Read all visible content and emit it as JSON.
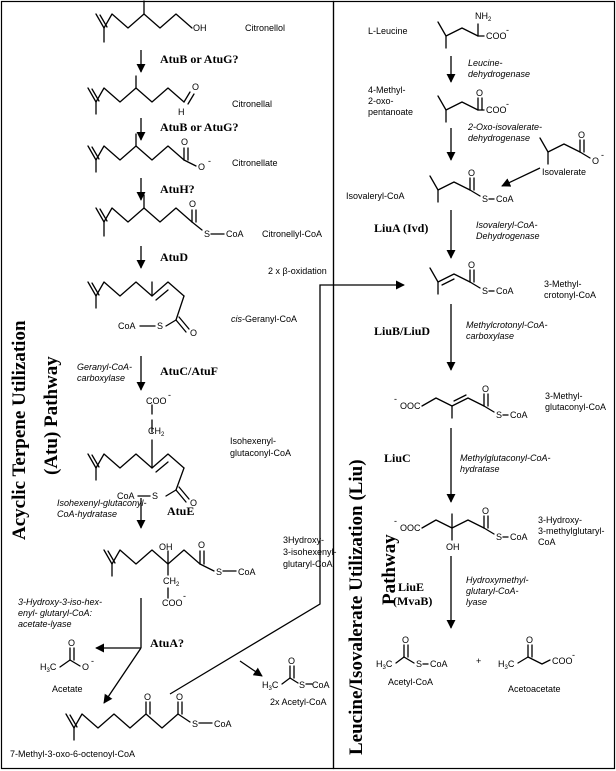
{
  "left_panel": {
    "pathway_title_line1": "Acyclic Terpene Utilization",
    "pathway_title_line2": "(Atu) Pathway",
    "compounds": {
      "citronellol": "Citronellol",
      "citronellal": "Citronellal",
      "citronellate": "Citronellate",
      "citronellyl_coa": "Citronellyl-CoA",
      "cis_prefix": "cis",
      "geranyl_coa_rest": "-Geranyl-CoA",
      "isohexenyl_line1": "Isohexenyl-",
      "isohexenyl_line2": "glutaconyl-CoA",
      "hydroxy_line1": "3Hydroxy-",
      "hydroxy_line2": "3-isohexenyl-",
      "hydroxy_line3": "glutaryl-CoA",
      "acetate": "Acetate",
      "acetyl_coa_2x": "2x Acetyl-CoA",
      "methyl_oxo_octenoyl": "7-Methyl-3-oxo-6-octenoyl-CoA"
    },
    "enzymes": {
      "step1": "AtuB or AtuG?",
      "step2": "AtuB or AtuG?",
      "step3": "AtuH?",
      "step4": "AtuD",
      "step5": "AtuC/AtuF",
      "step6": "AtuE",
      "step7": "AtuA?"
    },
    "enzyme_names": {
      "carboxylase_line1": "Geranyl-CoA-",
      "carboxylase_line2": "carboxylase",
      "hydratase_line1": "Isohexenyl-glutaconyl-",
      "hydratase_line2": "CoA-hydratase",
      "lyase_line1": "3-Hydroxy-3-iso-hex-",
      "lyase_line2": "enyl- glutaryl-CoA:",
      "lyase_line3": "acetate-lyase"
    }
  },
  "connector": {
    "beta_oxidation_prefix": "2 x ",
    "beta_symbol": "β",
    "beta_oxidation_suffix": "-oxidation"
  },
  "right_panel": {
    "pathway_title_line1": "Leucine/Isovalerate Utilization (Liu)",
    "pathway_title_line2": "Pathway",
    "compounds": {
      "l_leucine": "L-Leucine",
      "oxo_line1": "4-Methyl-",
      "oxo_line2": "2-oxo-",
      "oxo_line3": "pentanoate",
      "isovalerate": "Isovalerate",
      "isovaleryl_coa": "Isovaleryl-CoA",
      "methylcrotonyl_line1": "3-Methyl-",
      "methylcrotonyl_line2": "crotonyl-CoA",
      "methylglutaconyl_line1": "3-Methyl-",
      "methylglutaconyl_line2": "glutaconyl-CoA",
      "hmg_line1": "3-Hydroxy-",
      "hmg_line2": "3-methylglutaryl-",
      "hmg_line3": "CoA",
      "acetyl_coa": "Acetyl-CoA",
      "plus": "+",
      "acetoacetate": "Acetoacetate"
    },
    "enzymes": {
      "liua": "LiuA (Ivd)",
      "liub": "LiuB/LiuD",
      "liuc": "LiuC",
      "liue_line1": "LiuE",
      "liue_line2": "(MvaB)"
    },
    "enzyme_names": {
      "leu_dh_line1": "Leucine-",
      "leu_dh_line2": "dehydrogenase",
      "oxo_dh_line1": "2-Oxo-isovalerate-",
      "oxo_dh_line2": "dehydrogenase",
      "ivd_line1": "Isovaleryl-CoA-",
      "ivd_line2": "Dehydrogenase",
      "mcc_line1": "Methylcrotonyl-CoA-",
      "mcc_line2": "carboxylase",
      "hyd_line1": "Methylglutaconyl-CoA-",
      "hyd_line2": "hydratase",
      "lyase_line1": "Hydroxymethyl-",
      "lyase_line2": "glutaryl-CoA-",
      "lyase_line3": "lyase"
    }
  },
  "atoms": {
    "oh": "OH",
    "o": "O",
    "h": "H",
    "o_minus": "O",
    "minus": "-",
    "s": "S",
    "coa": "CoA",
    "s_coa": "S",
    "ch2": "CH",
    "sub2": "2",
    "h3c": "H",
    "sub3": "3",
    "c": "C",
    "coo": "COO",
    "ooc": "OOC",
    "nh2": "NH",
    "coa_s": "CoA",
    "s_left": "S"
  }
}
